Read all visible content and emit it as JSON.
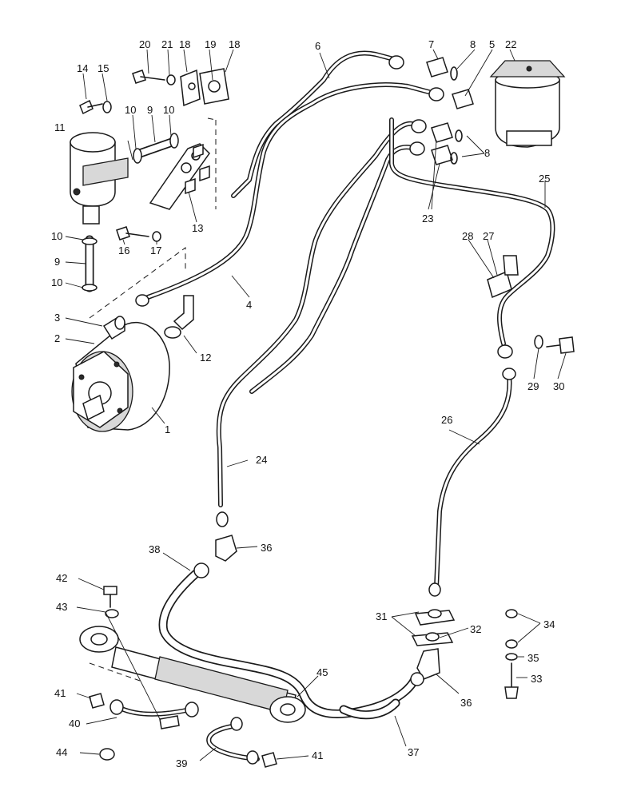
{
  "callouts": [
    {
      "id": "c1",
      "text": "1"
    },
    {
      "id": "c2",
      "text": "2"
    },
    {
      "id": "c3",
      "text": "3"
    },
    {
      "id": "c4",
      "text": "4"
    },
    {
      "id": "c5",
      "text": "5"
    },
    {
      "id": "c6",
      "text": "6"
    },
    {
      "id": "c7",
      "text": "7"
    },
    {
      "id": "c8a",
      "text": "8"
    },
    {
      "id": "c8b",
      "text": "8"
    },
    {
      "id": "c9a",
      "text": "9"
    },
    {
      "id": "c9b",
      "text": "9"
    },
    {
      "id": "c10a",
      "text": "10"
    },
    {
      "id": "c10b",
      "text": "10"
    },
    {
      "id": "c10c",
      "text": "10"
    },
    {
      "id": "c10d",
      "text": "10"
    },
    {
      "id": "c11",
      "text": "11"
    },
    {
      "id": "c12",
      "text": "12"
    },
    {
      "id": "c13",
      "text": "13"
    },
    {
      "id": "c14",
      "text": "14"
    },
    {
      "id": "c15",
      "text": "15"
    },
    {
      "id": "c16",
      "text": "16"
    },
    {
      "id": "c17",
      "text": "17"
    },
    {
      "id": "c18a",
      "text": "18"
    },
    {
      "id": "c18b",
      "text": "18"
    },
    {
      "id": "c19",
      "text": "19"
    },
    {
      "id": "c20",
      "text": "20"
    },
    {
      "id": "c21",
      "text": "21"
    },
    {
      "id": "c22",
      "text": "22"
    },
    {
      "id": "c23",
      "text": "23"
    },
    {
      "id": "c24",
      "text": "24"
    },
    {
      "id": "c25",
      "text": "25"
    },
    {
      "id": "c26",
      "text": "26"
    },
    {
      "id": "c27",
      "text": "27"
    },
    {
      "id": "c28",
      "text": "28"
    },
    {
      "id": "c29",
      "text": "29"
    },
    {
      "id": "c30",
      "text": "30"
    },
    {
      "id": "c31",
      "text": "31"
    },
    {
      "id": "c32",
      "text": "32"
    },
    {
      "id": "c33",
      "text": "33"
    },
    {
      "id": "c34",
      "text": "34"
    },
    {
      "id": "c35",
      "text": "35"
    },
    {
      "id": "c36a",
      "text": "36"
    },
    {
      "id": "c36b",
      "text": "36"
    },
    {
      "id": "c37",
      "text": "37"
    },
    {
      "id": "c38",
      "text": "38"
    },
    {
      "id": "c39",
      "text": "39"
    },
    {
      "id": "c40",
      "text": "40"
    },
    {
      "id": "c41a",
      "text": "41"
    },
    {
      "id": "c41b",
      "text": "41"
    },
    {
      "id": "c42",
      "text": "42"
    },
    {
      "id": "c43",
      "text": "43"
    },
    {
      "id": "c44",
      "text": "44"
    },
    {
      "id": "c45",
      "text": "45"
    }
  ]
}
